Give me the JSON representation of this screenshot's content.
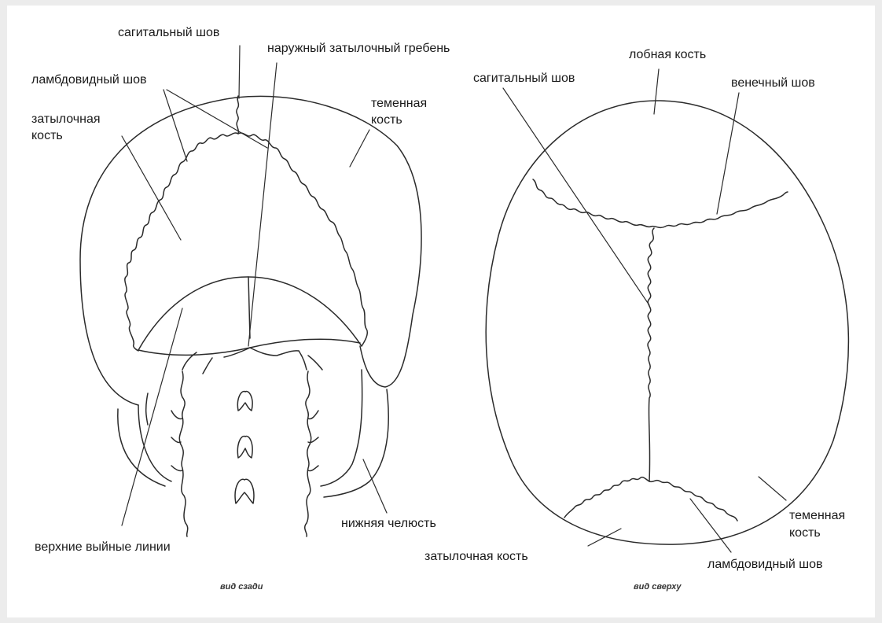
{
  "back_view": {
    "caption": "вид сзади",
    "labels": {
      "sagittal_suture": "сагитальный шов",
      "external_occipital_crest": "наружный затылочный гребень",
      "lambdoid_suture": "ламбдовидный шов",
      "occipital_bone_line1": "затылочная",
      "occipital_bone_line2": "кость",
      "parietal_bone_line1": "теменная",
      "parietal_bone_line2": "кость",
      "superior_nuchal_lines": "верхние выйные линии",
      "mandible": "нижняя челюсть"
    }
  },
  "top_view": {
    "caption": "вид сверху",
    "labels": {
      "frontal_bone": "лобная кость",
      "sagittal_suture": "сагитальный шов",
      "coronal_suture": "венечный шов",
      "parietal_bone_line1": "теменная",
      "parietal_bone_line2": "кость",
      "occipital_bone": "затылочная кость",
      "lambdoid_suture": "ламбдовидный шов"
    }
  }
}
